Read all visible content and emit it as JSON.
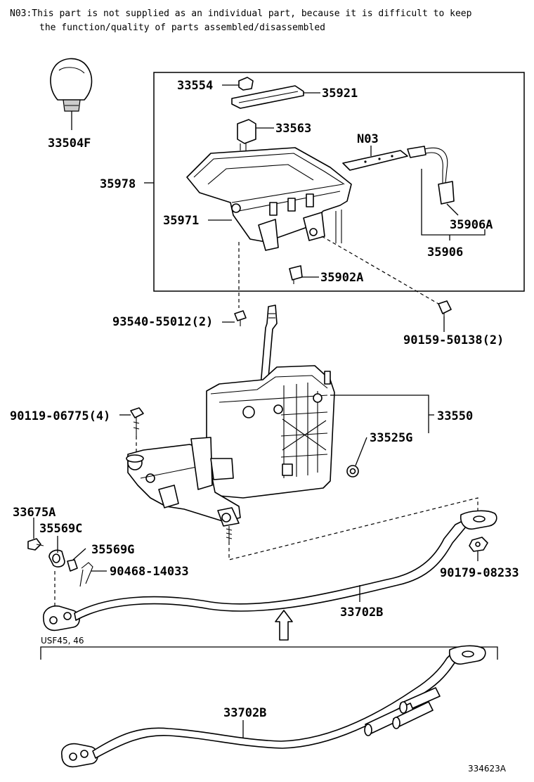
{
  "note": {
    "line1": "N03:This part is not supplied as an individual part, because it is difficult to keep",
    "line2": "the function/quality of parts assembled/disassembled"
  },
  "labels": {
    "p33504F": "33504F",
    "p33554": "33554",
    "p35921": "35921",
    "p33563": "33563",
    "pN03": "N03",
    "p35978": "35978",
    "p35971": "35971",
    "p35906A": "35906A",
    "p35906": "35906",
    "p35902A": "35902A",
    "p93540": "93540-55012(2)",
    "p90159": "90159-50138(2)",
    "p90119": "90119-06775(4)",
    "p33550": "33550",
    "p33525G": "33525G",
    "p33675A": "33675A",
    "p35569C": "35569C",
    "p35569G": "35569G",
    "p90468": "90468-14033",
    "p90179": "90179-08233",
    "p33702B_top": "33702B",
    "p33702B_bottom": "33702B",
    "variant": "USF45, 46",
    "figure_id": "334623A"
  }
}
